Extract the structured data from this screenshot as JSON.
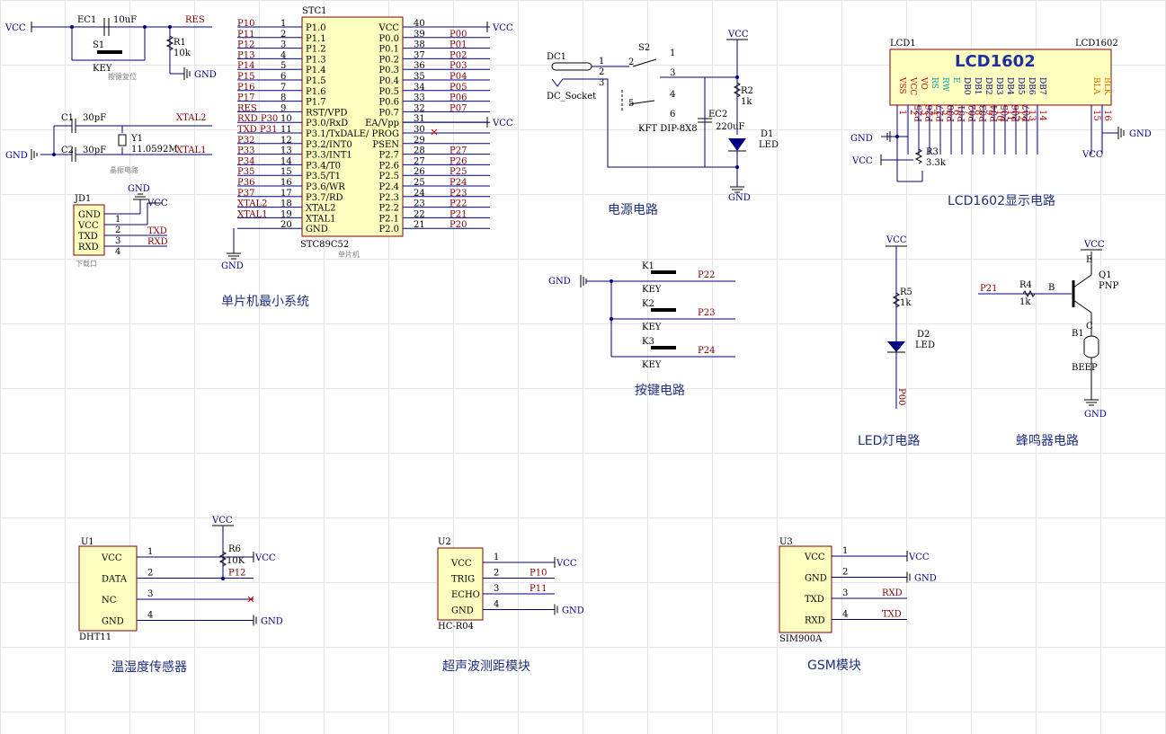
{
  "reset": {
    "vcc": "VCC",
    "ec1": "EC1",
    "ec1_value": "10uF",
    "res_net": "RES",
    "s1": "S1",
    "key": "KEY",
    "caption": "按键复位",
    "r1": "R1",
    "r1_value": "10k",
    "gnd": "GND"
  },
  "crystal": {
    "gnd": "GND",
    "c1": "C1",
    "c1_value": "30pF",
    "c2": "C2",
    "c2_value": "30pF",
    "y1": "Y1",
    "y1_value": "11.0592M",
    "xtal2": "XTAL2",
    "xtal1": "XTAL1",
    "caption": "晶振电路"
  },
  "jd1": {
    "ref": "JD1",
    "pins": [
      "GND",
      "VCC",
      "TXD",
      "RXD"
    ],
    "nums": [
      "1",
      "2",
      "3",
      "4"
    ],
    "gnd": "GND",
    "vcc": "VCC",
    "txd_net": "TXD",
    "rxd_net": "RXD",
    "caption": "下载口"
  },
  "mcu": {
    "ref": "STC1",
    "part": "STC89C52",
    "caption": "单片机",
    "title": "单片机最小系统",
    "vcc": "VCC",
    "ea_vcc": "VCC",
    "gnd": "GND",
    "left_pins": [
      {
        "net": "P10",
        "num": "1",
        "name": "P1.0"
      },
      {
        "net": "P11",
        "num": "2",
        "name": "P1.1"
      },
      {
        "net": "P12",
        "num": "3",
        "name": "P1.2"
      },
      {
        "net": "P13",
        "num": "4",
        "name": "P1.3"
      },
      {
        "net": "P14",
        "num": "5",
        "name": "P1.4"
      },
      {
        "net": "P15",
        "num": "6",
        "name": "P1.5"
      },
      {
        "net": "P16",
        "num": "7",
        "name": "P1.6"
      },
      {
        "net": "P17",
        "num": "8",
        "name": "P1.7"
      },
      {
        "net": "RES",
        "num": "9",
        "name": "RST/VPD"
      },
      {
        "net": "RXD P30",
        "num": "10",
        "name": "P3.0/RxD"
      },
      {
        "net": "TXD P31",
        "num": "11",
        "name": "P3.1/TxD"
      },
      {
        "net": "P32",
        "num": "12",
        "name": "P3.2/INT0"
      },
      {
        "net": "P33",
        "num": "13",
        "name": "P3.3/INT1"
      },
      {
        "net": "P34",
        "num": "14",
        "name": "P3.4/T0"
      },
      {
        "net": "P35",
        "num": "15",
        "name": "P3.5/T1"
      },
      {
        "net": "P36",
        "num": "16",
        "name": "P3.6/WR"
      },
      {
        "net": "P37",
        "num": "17",
        "name": "P3.7/RD"
      },
      {
        "net": "XTAL2",
        "num": "18",
        "name": "XTAL2"
      },
      {
        "net": "XTAL1",
        "num": "19",
        "name": "XTAL1"
      },
      {
        "net": "",
        "num": "20",
        "name": "GND"
      }
    ],
    "right_pins": [
      {
        "net": "",
        "num": "40",
        "name": "VCC"
      },
      {
        "net": "P00",
        "num": "39",
        "name": "P0.0"
      },
      {
        "net": "P01",
        "num": "38",
        "name": "P0.1"
      },
      {
        "net": "P02",
        "num": "37",
        "name": "P0.2"
      },
      {
        "net": "P03",
        "num": "36",
        "name": "P0.3"
      },
      {
        "net": "P04",
        "num": "35",
        "name": "P0.4"
      },
      {
        "net": "P05",
        "num": "34",
        "name": "P0.5"
      },
      {
        "net": "P06",
        "num": "33",
        "name": "P0.6"
      },
      {
        "net": "P07",
        "num": "32",
        "name": "P0.7"
      },
      {
        "net": "",
        "num": "31",
        "name": "EA/Vpp"
      },
      {
        "net": "",
        "num": "30",
        "name": "ALE/ PROG"
      },
      {
        "net": "",
        "num": "29",
        "name": "PSEN"
      },
      {
        "net": "P27",
        "num": "28",
        "name": "P2.7"
      },
      {
        "net": "P26",
        "num": "27",
        "name": "P2.6"
      },
      {
        "net": "P25",
        "num": "26",
        "name": "P2.5"
      },
      {
        "net": "P24",
        "num": "25",
        "name": "P2.4"
      },
      {
        "net": "P23",
        "num": "24",
        "name": "P2.3"
      },
      {
        "net": "P22",
        "num": "23",
        "name": "P2.2"
      },
      {
        "net": "P21",
        "num": "22",
        "name": "P2.1"
      },
      {
        "net": "P20",
        "num": "21",
        "name": "P2.0"
      }
    ]
  },
  "power": {
    "dc1": "DC1",
    "dc_pins": [
      "1",
      "2",
      "3"
    ],
    "dc_type": "DC_Socket",
    "s2": "S2",
    "s2_pins": [
      "1",
      "2",
      "3",
      "4",
      "5",
      "6"
    ],
    "s2_type": "KFT DIP-8X8",
    "vcc": "VCC",
    "r2": "R2",
    "r2_value": "1k",
    "ec2": "EC2",
    "ec2_value": "220uF",
    "d1": "D1",
    "d1_type": "LED",
    "gnd": "GND",
    "title": "电源电路"
  },
  "keys": {
    "gnd": "GND",
    "title": "按键电路",
    "rows": [
      {
        "ref": "K1",
        "label": "KEY",
        "net": "P22"
      },
      {
        "ref": "K2",
        "label": "KEY",
        "net": "P23"
      },
      {
        "ref": "K3",
        "label": "KEY",
        "net": "P24"
      }
    ]
  },
  "lcd": {
    "ref": "LCD1",
    "part_tag": "LCD1602",
    "model": "LCD1602",
    "title": "LCD1602显示电路",
    "gnd": "GND",
    "vcc": "VCC",
    "gnd_right": "GND",
    "vcc_right": "VCC",
    "r3": "R3",
    "r3_value": "3.3k",
    "pins": [
      {
        "name": "VSS",
        "num": "1",
        "net": "",
        "color": "#c00000"
      },
      {
        "name": "VCC",
        "num": "2",
        "net": "",
        "color": "#c00000"
      },
      {
        "name": "VO",
        "num": "3",
        "net": "",
        "color": "#c00000"
      },
      {
        "name": "RS",
        "num": "4",
        "net": "P25",
        "color": "#00a0a0"
      },
      {
        "name": "RW",
        "num": "5",
        "net": "P26",
        "color": "#00a0a0"
      },
      {
        "name": "E",
        "num": "6",
        "net": "P27",
        "color": "#00a0a0"
      },
      {
        "name": "DB0",
        "num": "7",
        "net": "P00",
        "color": "#000080"
      },
      {
        "name": "DB1",
        "num": "8",
        "net": "P01",
        "color": "#000080"
      },
      {
        "name": "DB2",
        "num": "9",
        "net": "P02",
        "color": "#000080"
      },
      {
        "name": "DB3",
        "num": "10",
        "net": "P03",
        "color": "#000080"
      },
      {
        "name": "DB4",
        "num": "11",
        "net": "P04",
        "color": "#000080"
      },
      {
        "name": "DB5",
        "num": "12",
        "net": "P05",
        "color": "#000080"
      },
      {
        "name": "DB6",
        "num": "13",
        "net": "P06",
        "color": "#000080"
      },
      {
        "name": "DB7",
        "num": "14",
        "net": "P07",
        "color": "#000080"
      },
      {
        "name": "BLA",
        "num": "15",
        "net": "",
        "color": "#e07000"
      },
      {
        "name": "BLK",
        "num": "16",
        "net": "",
        "color": "#e07000"
      }
    ]
  },
  "led": {
    "vcc": "VCC",
    "r5": "R5",
    "r5_value": "1k",
    "d2": "D2",
    "d2_type": "LED",
    "net": "P00",
    "title": "LED灯电路"
  },
  "buzzer": {
    "net": "P21",
    "r4": "R4",
    "r4_value": "1k",
    "base": "B",
    "vcc": "VCC",
    "emitter": "E",
    "collector": "C",
    "q1": "Q1",
    "q1_type": "PNP",
    "b1": "B1",
    "b1_type": "BEEP",
    "gnd": "GND",
    "title": "蜂鸣器电路"
  },
  "dht11": {
    "ref": "U1",
    "part": "DHT11",
    "title": "温湿度传感器",
    "r6": "R6",
    "r6_value": "10K",
    "r6_vcc": "VCC",
    "pins": [
      {
        "name": "VCC",
        "num": "1",
        "net": "VCC"
      },
      {
        "name": "DATA",
        "num": "2",
        "net": "P12"
      },
      {
        "name": "NC",
        "num": "3",
        "net": ""
      },
      {
        "name": "GND",
        "num": "4",
        "net": "GND"
      }
    ]
  },
  "hcsr04": {
    "ref": "U2",
    "part": "HC-R04",
    "title": "超声波测距模块",
    "pins": [
      {
        "name": "VCC",
        "num": "1",
        "net": "VCC"
      },
      {
        "name": "TRIG",
        "num": "2",
        "net": "P10"
      },
      {
        "name": "ECHO",
        "num": "3",
        "net": "P11"
      },
      {
        "name": "GND",
        "num": "4",
        "net": "GND"
      }
    ]
  },
  "gsm": {
    "ref": "U3",
    "part": "SIM900A",
    "title": "GSM模块",
    "pins": [
      {
        "name": "VCC",
        "num": "1",
        "net": "VCC"
      },
      {
        "name": "GND",
        "num": "2",
        "net": "GND"
      },
      {
        "name": "TXD",
        "num": "3",
        "net": "RXD"
      },
      {
        "name": "RXD",
        "num": "4",
        "net": "TXD"
      }
    ]
  }
}
